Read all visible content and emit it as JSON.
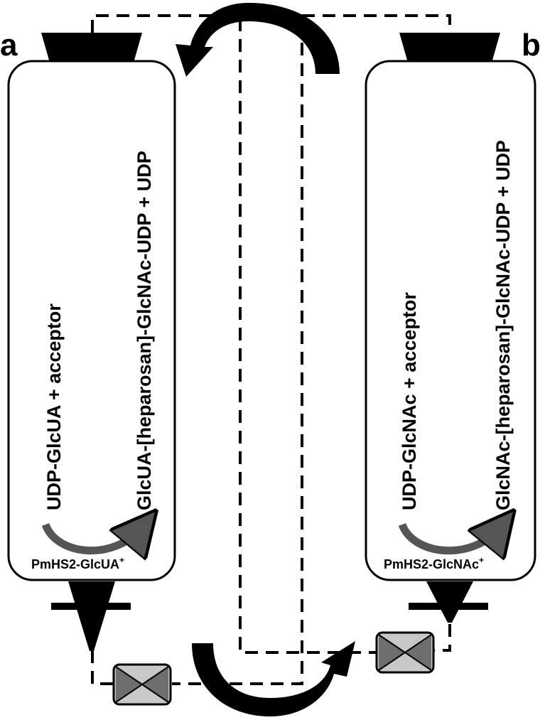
{
  "panels": {
    "a": {
      "letter": "a",
      "substrates": "UDP-GlcUA + acceptor",
      "products": "GlcUA-[heparosan]-GlcNAc-UDP + UDP",
      "enzyme_main": "PmHS2-GlcUA",
      "enzyme_sup": "+"
    },
    "b": {
      "letter": "b",
      "substrates": "UDP-GlcNAc + acceptor",
      "products": "GlcNAc-[heparosan]-GlcNAc-UDP + UDP",
      "enzyme_main": "PmHS2-GlcNAc",
      "enzyme_sup": "+"
    }
  },
  "colors": {
    "ink": "#000000",
    "reaction_arrow": "#555555",
    "valve_dark": "#6e6e6e",
    "valve_light": "#c8c8c8"
  }
}
